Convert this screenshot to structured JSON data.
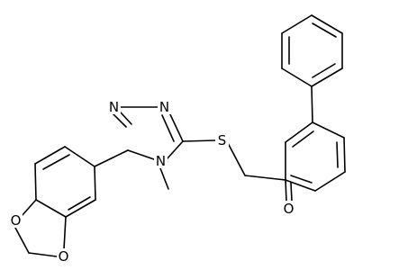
{
  "molecule": {
    "atoms": {
      "n1": "N",
      "n2": "N",
      "n4": "N",
      "s": "S",
      "o_carbonyl": "O",
      "o_dioxole_top": "O",
      "o_dioxole_bottom": "O"
    },
    "colors": {
      "bond": "#000000",
      "label": "#000000",
      "background": "#ffffff"
    }
  }
}
